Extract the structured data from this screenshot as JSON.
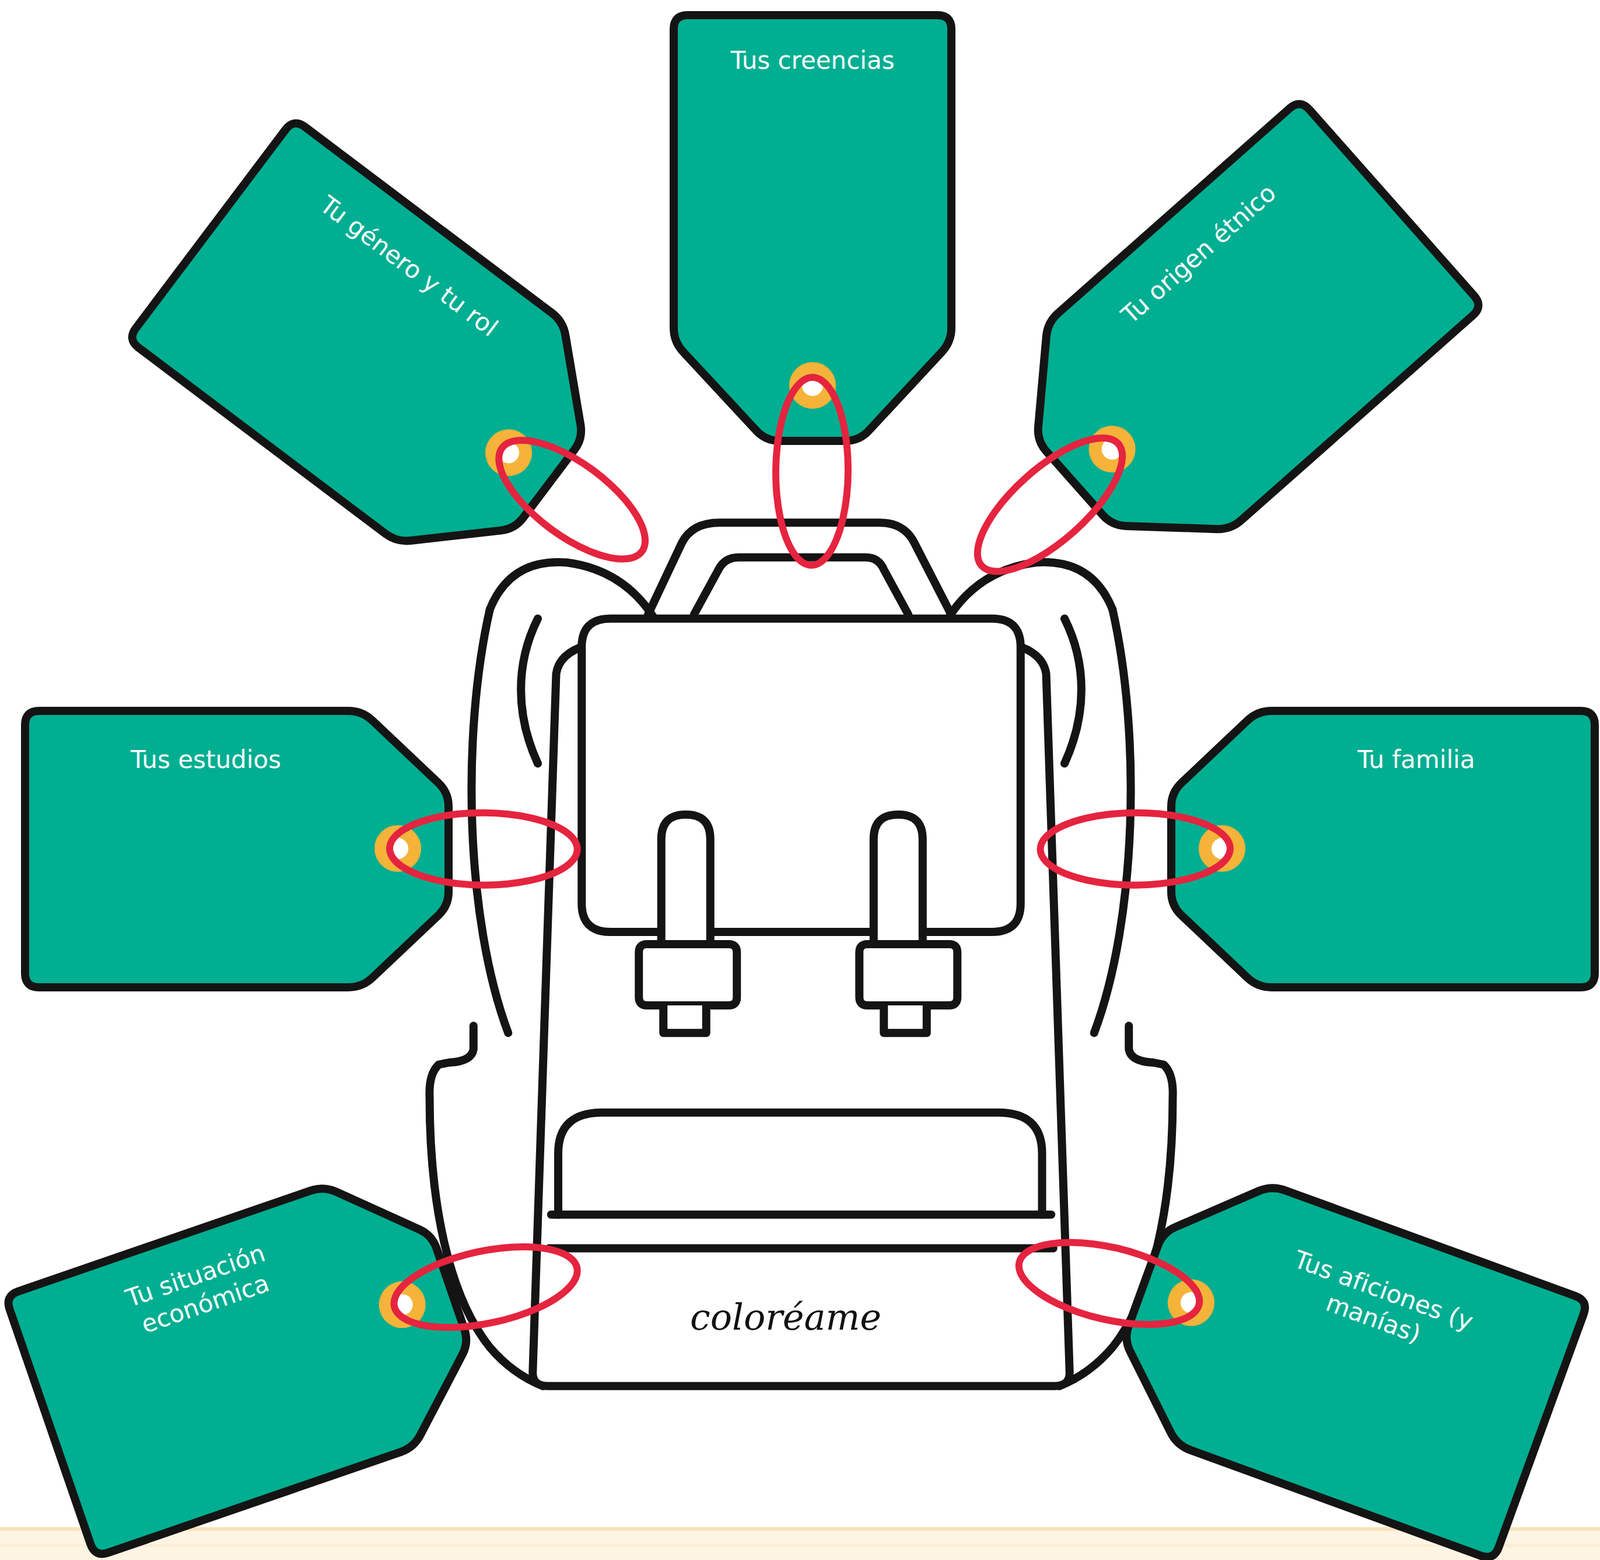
{
  "diagram": {
    "nodes": [
      {
        "text": [
          "Tu género y tu rol"
        ]
      },
      {
        "text": [
          "Tus creencias"
        ]
      },
      {
        "text": [
          "Tu origen étnico"
        ]
      },
      {
        "text": [
          "Tus estudios"
        ]
      },
      {
        "text": [
          "Tu familia"
        ]
      },
      {
        "text": [
          "Tu situación económica"
        ]
      },
      {
        "text": [
          "coloréame"
        ]
      },
      {
        "text": [
          "Tus aficiones (y manías)"
        ]
      }
    ],
    "edges": [
      {
        "from": 0,
        "to": 6,
        "arrow": "none"
      },
      {
        "from": 1,
        "to": 6,
        "arrow": "none"
      },
      {
        "from": 2,
        "to": 6,
        "arrow": "none"
      },
      {
        "from": 3,
        "to": 6,
        "arrow": "none"
      },
      {
        "from": 4,
        "to": 6,
        "arrow": "none"
      },
      {
        "from": 5,
        "to": 6,
        "arrow": "none"
      },
      {
        "from": 7,
        "to": 6,
        "arrow": "none"
      }
    ]
  }
}
